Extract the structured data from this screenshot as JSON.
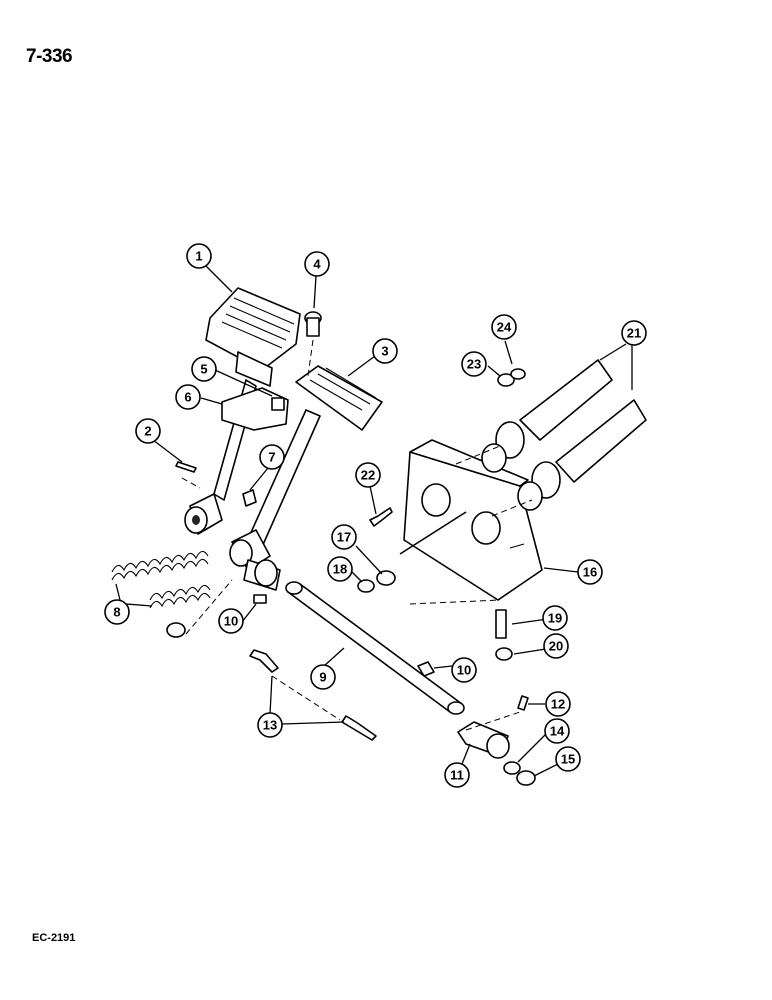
{
  "page": {
    "page_number": "7-336",
    "figure_code": "EC-2191"
  },
  "callouts": [
    "1",
    "2",
    "3",
    "4",
    "5",
    "6",
    "7",
    "8",
    "9",
    "10",
    "10",
    "11",
    "12",
    "13",
    "14",
    "15",
    "16",
    "17",
    "18",
    "19",
    "20",
    "21",
    "22",
    "23",
    "24"
  ]
}
